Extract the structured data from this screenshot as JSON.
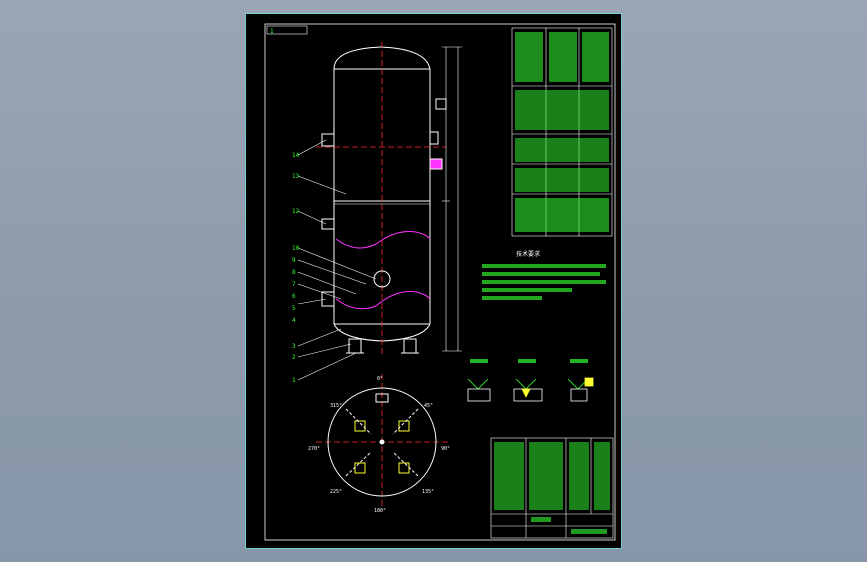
{
  "window": {
    "title": ""
  },
  "drawing": {
    "tag_top_left": "1",
    "part_numbers": [
      "14",
      "13",
      "12",
      "10",
      "9",
      "8",
      "7",
      "6",
      "5",
      "4",
      "3",
      "2",
      "1"
    ],
    "section_title": "技术要求",
    "plan_angles": [
      "0°",
      "45°",
      "90°",
      "135°",
      "180°",
      "225°",
      "270°",
      "315°"
    ],
    "colors": {
      "border": "#6fd0d0",
      "lines": "#ffffff",
      "centerline": "#ff2a2a",
      "weld": "#ff33ff",
      "text": "#33ff33",
      "nozzle": "#ffff33"
    }
  }
}
